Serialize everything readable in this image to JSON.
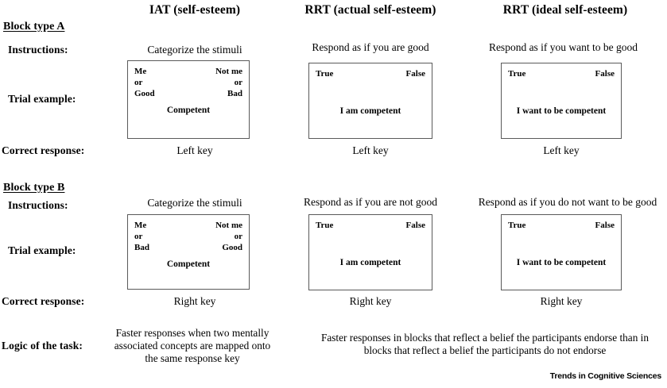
{
  "figure": {
    "footer_brand": "Trends in Cognitive Sciences",
    "ink_color": "#000000",
    "box_border_color": "#5a5a5a",
    "background_color": "#ffffff"
  },
  "columns": [
    {
      "header": "IAT (self-esteem)"
    },
    {
      "header": "RRT (actual self-esteem)"
    },
    {
      "header": "RRT (ideal self-esteem)"
    }
  ],
  "row_labels": {
    "instructions": "Instructions:",
    "trial_example": "Trial example:",
    "correct_response": "Correct response:",
    "logic": "Logic of the task:"
  },
  "blocks": [
    {
      "title": "Block type A",
      "cells": [
        {
          "instructions": "Categorize the stimuli",
          "box": {
            "top_left": "Me\nor\nGood",
            "top_right": "Not me\nor\nBad",
            "stimulus": "Competent"
          },
          "correct_response": "Left key"
        },
        {
          "instructions": "Respond as if you are good",
          "box": {
            "top_left": "True",
            "top_right": "False",
            "stimulus": "I am competent"
          },
          "correct_response": "Left key"
        },
        {
          "instructions": "Respond as if you want to be good",
          "box": {
            "top_left": "True",
            "top_right": "False",
            "stimulus": "I want to be competent"
          },
          "correct_response": "Left key"
        }
      ]
    },
    {
      "title": "Block type B",
      "cells": [
        {
          "instructions": "Categorize the stimuli",
          "box": {
            "top_left": "Me\nor\nBad",
            "top_right": "Not me\nor\nGood",
            "stimulus": "Competent"
          },
          "correct_response": "Right key"
        },
        {
          "instructions": "Respond as if you are not good",
          "box": {
            "top_left": "True",
            "top_right": "False",
            "stimulus": "I am competent"
          },
          "correct_response": "Right key"
        },
        {
          "instructions": "Respond as if you do not want to be good",
          "box": {
            "top_left": "True",
            "top_right": "False",
            "stimulus": "I want to be competent"
          },
          "correct_response": "Right key"
        }
      ]
    }
  ],
  "logic": {
    "iat": "Faster responses when two mentally associated concepts are mapped onto the same response key",
    "rrt": "Faster responses in blocks that reflect a belief the participants endorse than in blocks that reflect a belief the participants do not endorse"
  }
}
